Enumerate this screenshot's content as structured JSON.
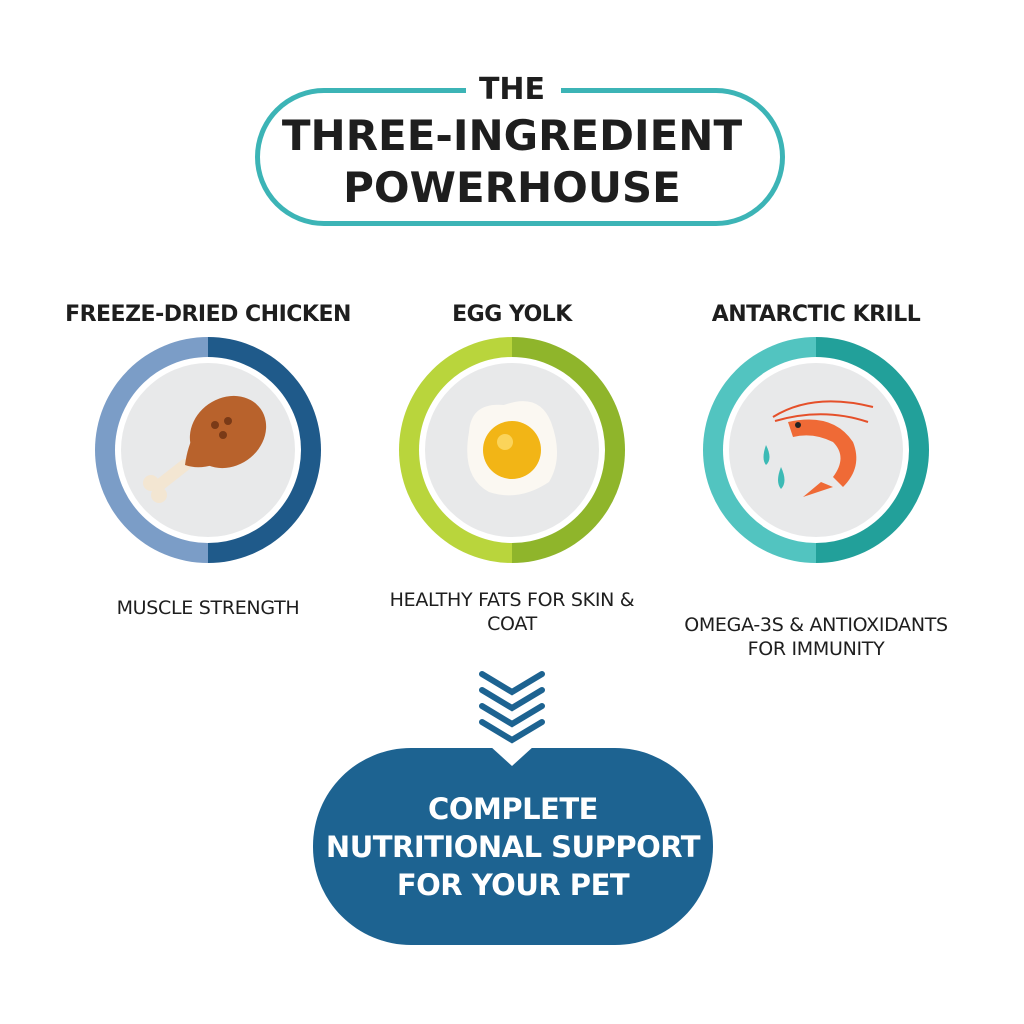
{
  "title": {
    "line1": "THE",
    "line2": "THREE-INGREDIENT",
    "line3": "POWERHOUSE"
  },
  "ingredients": [
    {
      "name": "FREEZE-DRIED CHICKEN",
      "benefit": "MUSCLE STRENGTH",
      "icon": "chicken-drumstick-icon",
      "colors": [
        "#7b9dc7",
        "#1f5a8a"
      ]
    },
    {
      "name": "EGG YOLK",
      "benefit": "HEALTHY FATS FOR SKIN & COAT",
      "icon": "fried-egg-icon",
      "colors": [
        "#b9d53c",
        "#8fb52b"
      ]
    },
    {
      "name": "ANTARCTIC KRILL",
      "benefit": "OMEGA-3S & ANTIOXIDANTS FOR IMMUNITY",
      "icon": "shrimp-icon",
      "colors": [
        "#52c4c0",
        "#22a09a"
      ]
    }
  ],
  "result": {
    "line1": "COMPLETE",
    "line2": "NUTRITIONAL SUPPORT",
    "line3": "FOR YOUR PET",
    "color": "#1d6391"
  }
}
